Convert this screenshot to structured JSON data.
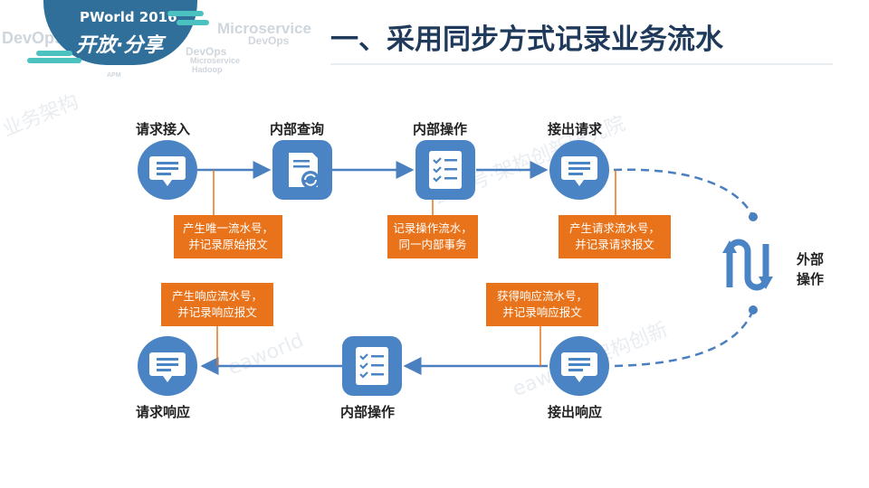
{
  "logo": {
    "title": "PWorld 2016",
    "slogan": "开放·分享",
    "words": [
      "DevOps",
      "Microservice",
      "DevOps",
      "Microservice",
      "DevOps",
      "Hadoop",
      "APM"
    ]
  },
  "page": {
    "title": "一、采用同步方式记录业务流水"
  },
  "nodes": {
    "request_in": "请求接入",
    "internal_query": "内部查询",
    "internal_op_top": "内部操作",
    "request_out": "接出请求",
    "external_op_line1": "外部",
    "external_op_line2": "操作",
    "response_out": "接出响应",
    "internal_op_bottom": "内部操作",
    "request_response": "请求响应"
  },
  "notes": {
    "n1": {
      "line1": "产生唯一流水号，",
      "line2": "并记录原始报文"
    },
    "n2": {
      "line1": "记录操作流水，",
      "line2": "同一内部事务"
    },
    "n3": {
      "line1": "产生请求流水号，",
      "line2": "并记录请求报文"
    },
    "n4": {
      "line1": "获得响应流水号，",
      "line2": "并记录响应报文"
    },
    "n5": {
      "line1": "产生响应流水号，",
      "line2": "并记录响应报文"
    }
  },
  "colors": {
    "icon_blue": "#4a84c4",
    "arrow_blue": "#4a7fc0",
    "note_orange": "#e8731a",
    "title_navy": "#1f3a5a"
  },
  "icons": [
    "chat-bubble-icon",
    "document-refresh-icon",
    "checklist-icon",
    "up-down-arrows-icon"
  ]
}
